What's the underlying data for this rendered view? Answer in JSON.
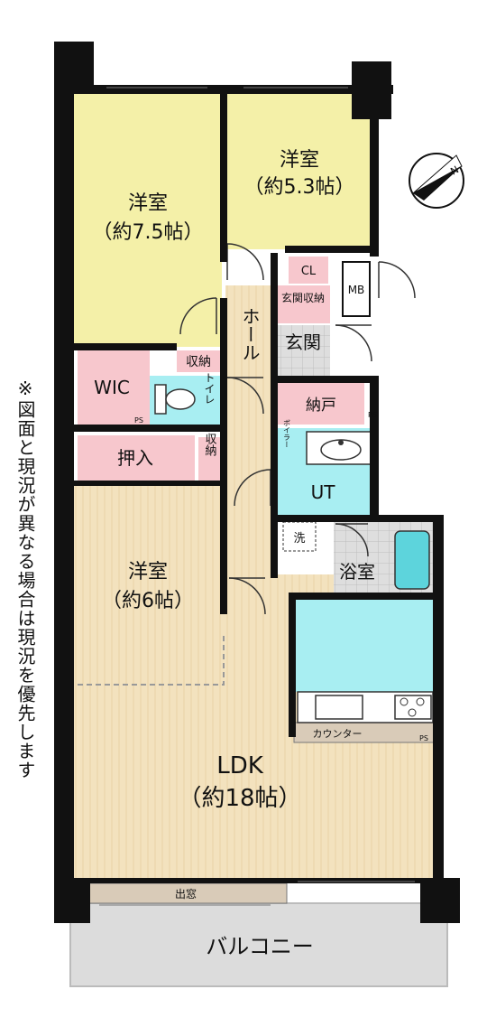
{
  "floorplan": {
    "rooms": {
      "western_a": {
        "name": "洋室",
        "size": "（約7.5帖）"
      },
      "western_b": {
        "name": "洋室",
        "size": "（約5.3帖）"
      },
      "western_c": {
        "name": "洋室",
        "size": "（約6帖）"
      },
      "ldk": {
        "name": "LDK",
        "size": "（約18帖）"
      },
      "hall": "ホール",
      "entrance": "玄関",
      "entrance_storage": "玄関収納",
      "closet": "CL",
      "meter_box": "MB",
      "wic": "WIC",
      "storage_a": "収納",
      "storage_b": "収納",
      "toilet": "トイレ",
      "oshiire": "押入",
      "nando": "納戸",
      "ps_a": "PS",
      "ps_b": "PS",
      "ps_c": "PS",
      "boiler": "ボイラー",
      "utility": "UT",
      "washer": "洗",
      "bath": "浴室",
      "counter": "カウンター",
      "bay_window": "出窓",
      "balcony": "バルコニー"
    },
    "note": "※図面と現況が異なる場合は現況を優先します",
    "colors": {
      "yellow": "#f4f0a8",
      "wood": "#f3e2be",
      "pink": "#f7c7cd",
      "cyan": "#a8eef2",
      "grey": "#dcdcdc",
      "wall": "#111111"
    }
  }
}
